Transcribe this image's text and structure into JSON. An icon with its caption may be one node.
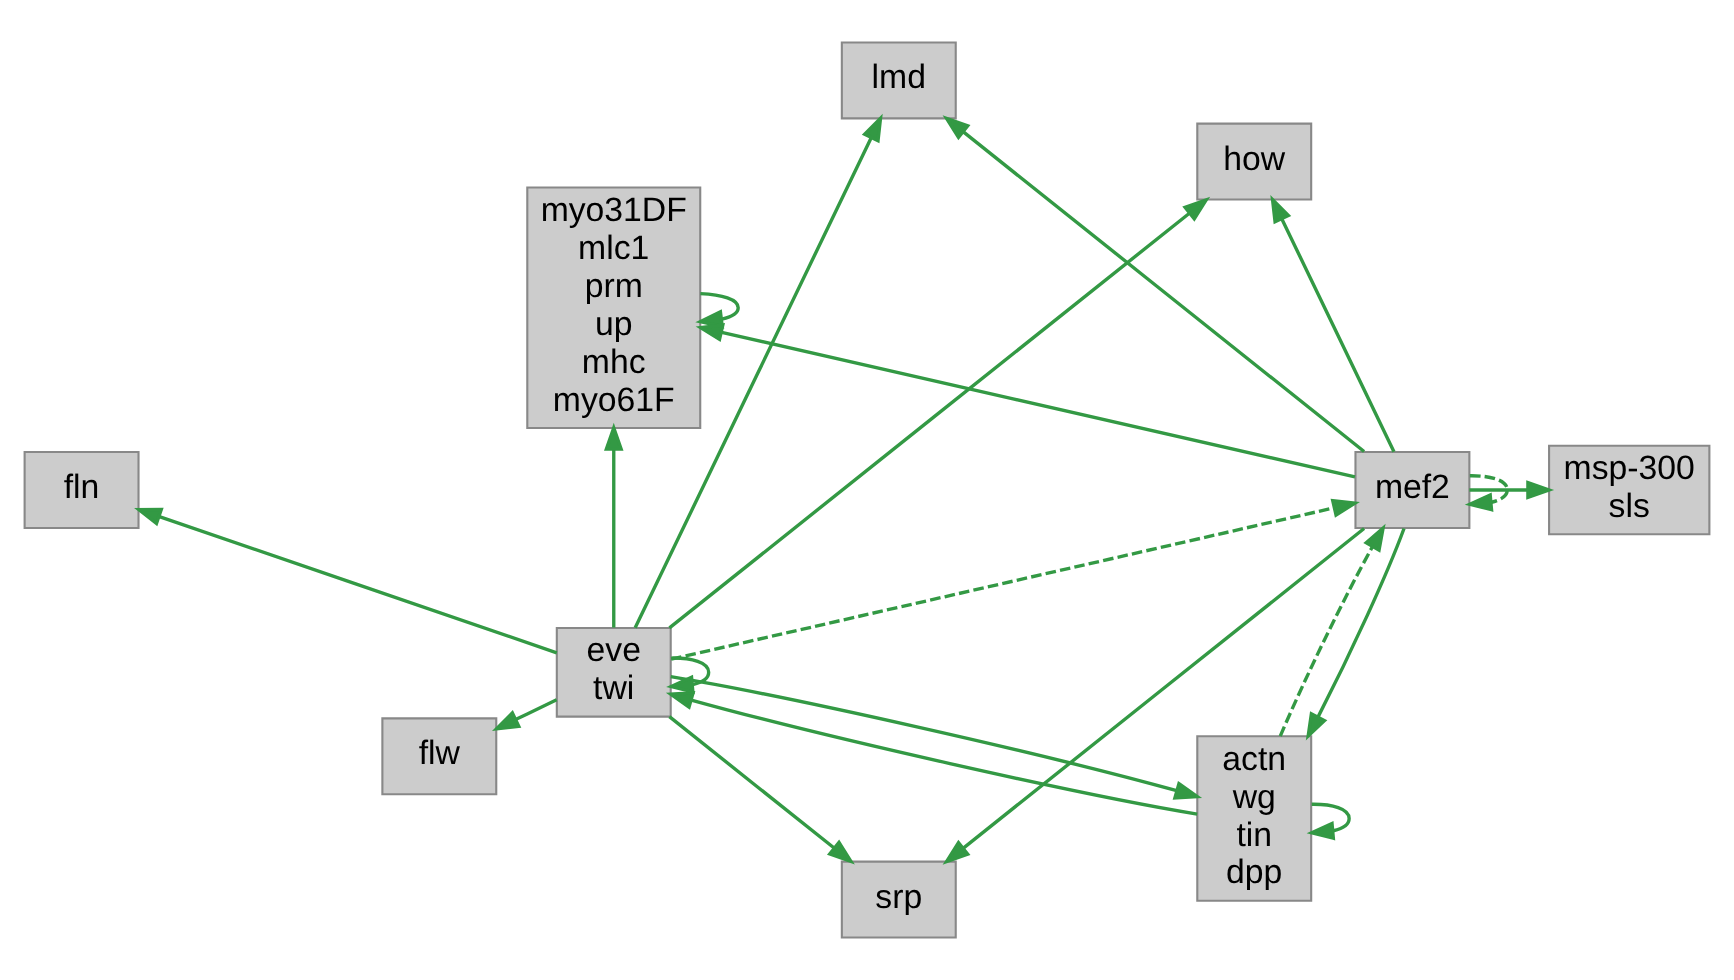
{
  "diagram": {
    "nodes": [
      {
        "text": [
          "fln"
        ]
      },
      {
        "text": [
          "srp"
        ]
      },
      {
        "text": [
          "actn",
          "wg",
          "tin",
          "dpp"
        ]
      },
      {
        "text": [
          "eve",
          "twi"
        ]
      },
      {
        "text": [
          "myo31DF",
          "mlc1",
          "prm",
          "up",
          "mhc",
          "myo61F"
        ]
      },
      {
        "text": [
          "mef2"
        ]
      },
      {
        "text": [
          "msp-300",
          "sls"
        ]
      },
      {
        "text": [
          "flw"
        ]
      },
      {
        "text": [
          "lmd"
        ]
      },
      {
        "text": [
          "how"
        ]
      }
    ],
    "edges": [
      {
        "from": 3,
        "to": 0,
        "arrow": "to"
      },
      {
        "from": 3,
        "to": 7,
        "arrow": "to"
      },
      {
        "from": 3,
        "to": 3,
        "arrow": "to"
      },
      {
        "from": 3,
        "to": 1,
        "arrow": "to"
      },
      {
        "from": 3,
        "to": 2,
        "arrow": "to"
      },
      {
        "from": 2,
        "to": 3,
        "arrow": "to"
      },
      {
        "from": 3,
        "to": 4,
        "arrow": "to"
      },
      {
        "from": 3,
        "to": 8,
        "arrow": "to"
      },
      {
        "from": 3,
        "to": 9,
        "arrow": "to"
      },
      {
        "from": 3,
        "to": 5,
        "arrow": "to",
        "style": "dashed"
      },
      {
        "from": 5,
        "to": 1,
        "arrow": "to"
      },
      {
        "from": 2,
        "to": 2,
        "arrow": "to"
      },
      {
        "from": 5,
        "to": 2,
        "arrow": "to"
      },
      {
        "from": 2,
        "to": 5,
        "arrow": "to",
        "style": "dashed"
      },
      {
        "from": 5,
        "to": 5,
        "arrow": "to",
        "style": "dashed"
      },
      {
        "from": 5,
        "to": 4,
        "arrow": "to"
      },
      {
        "from": 4,
        "to": 4,
        "arrow": "to"
      },
      {
        "from": 5,
        "to": 6,
        "arrow": "to"
      },
      {
        "from": 5,
        "to": 9,
        "arrow": "to"
      },
      {
        "from": 5,
        "to": 8,
        "arrow": "to"
      }
    ]
  }
}
